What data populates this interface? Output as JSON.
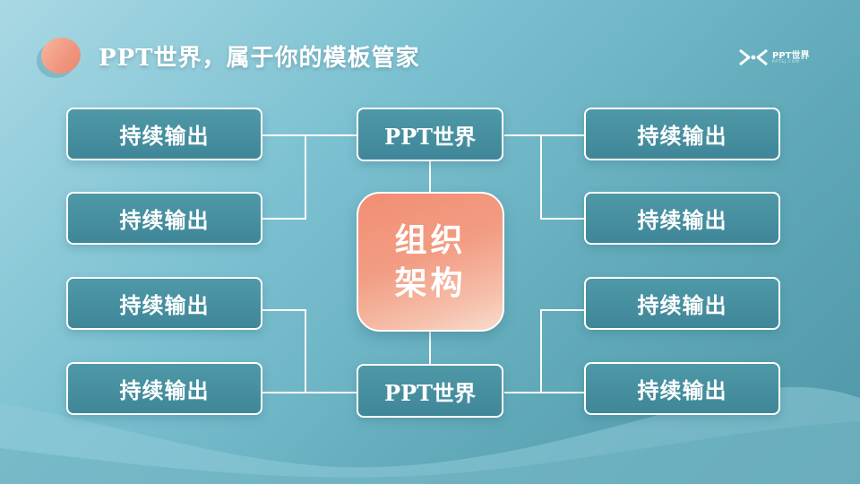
{
  "header": {
    "title": "PPT世界，属于你的模板管家",
    "logo_text": "PPT世界",
    "logo_sub": "PPTSJ.COM"
  },
  "diagram": {
    "center_line1": "组织",
    "center_line2": "架构",
    "top_node": "PPT世界",
    "bottom_node": "PPT世界",
    "leaves": {
      "left_1": "持续输出",
      "left_2": "持续输出",
      "left_3": "持续输出",
      "left_4": "持续输出",
      "right_1": "持续输出",
      "right_2": "持续输出",
      "right_3": "持续输出",
      "right_4": "持续输出"
    }
  },
  "colors": {
    "accent": "#f29378",
    "node_fill": "#46909f",
    "line": "#ffffff"
  }
}
